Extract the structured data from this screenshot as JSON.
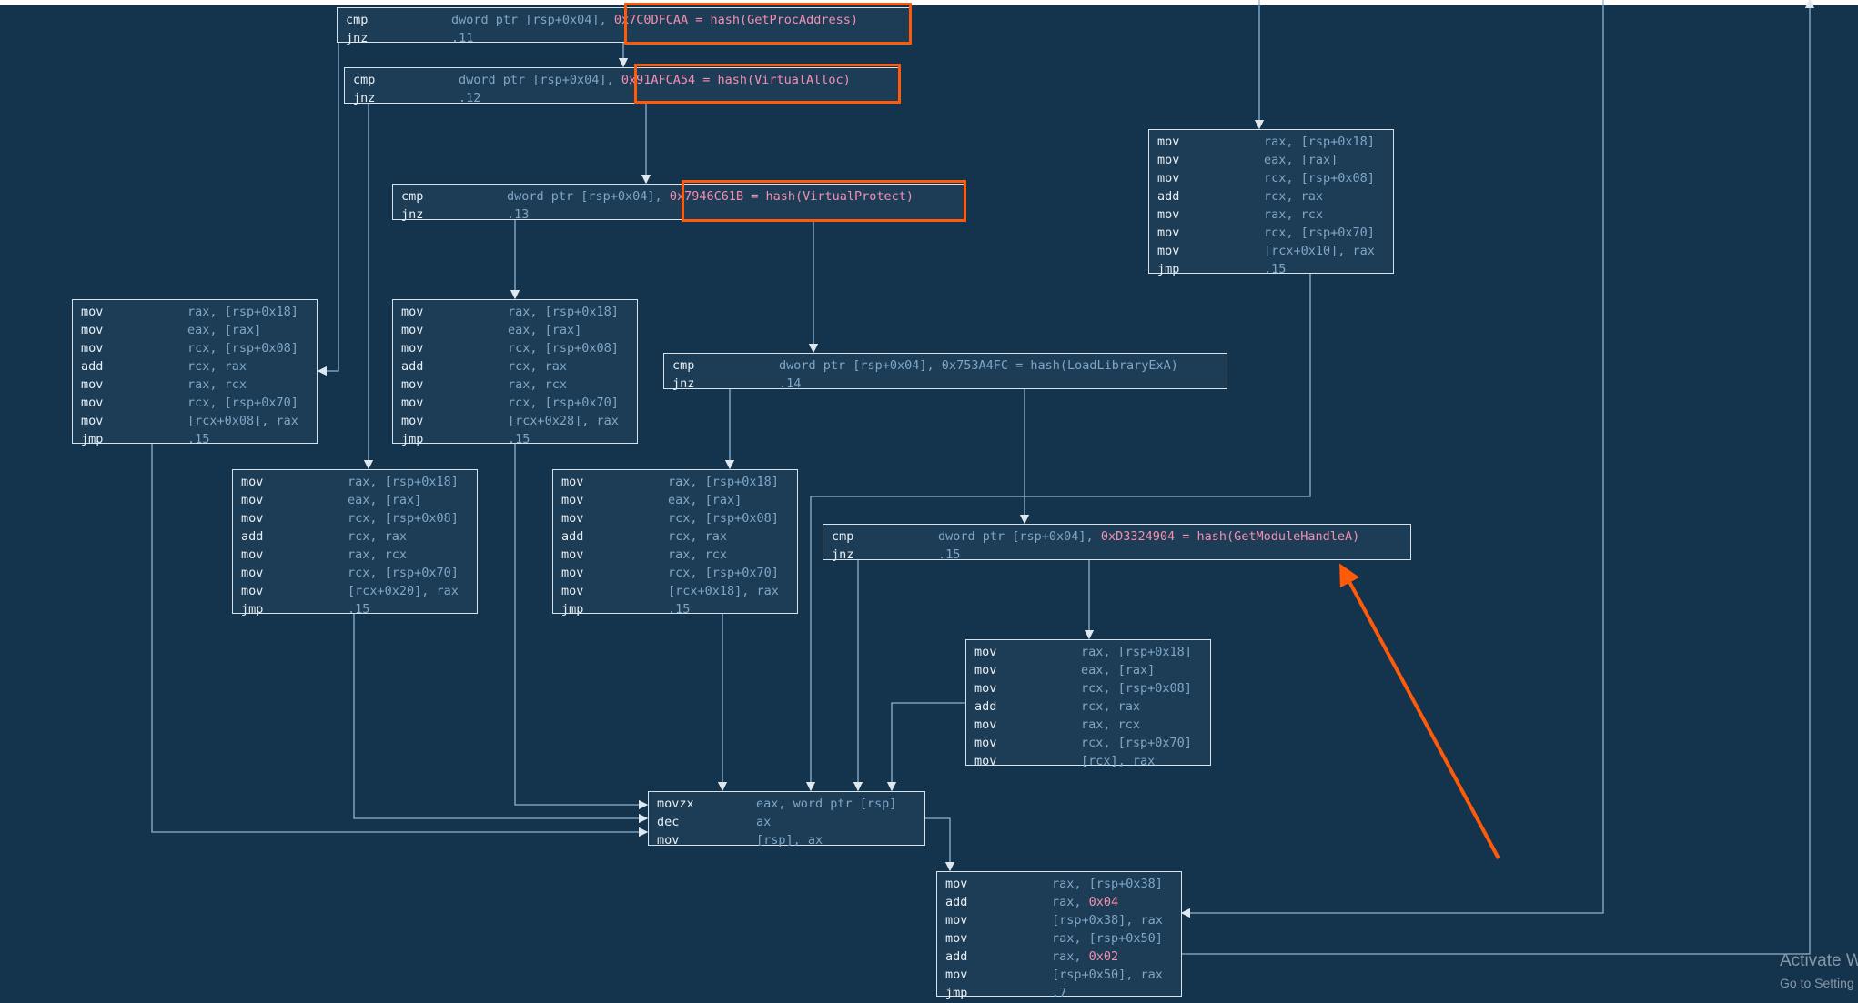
{
  "blocks": [
    {
      "id": "b1",
      "lines": [
        {
          "m": "cmp",
          "o": "dword ptr [rsp+0x04], ",
          "c": "0x7C0DFCAA = hash(GetProcAddress)"
        },
        {
          "m": "jnz",
          "o": ".11",
          "c": ""
        }
      ]
    },
    {
      "id": "b2",
      "lines": [
        {
          "m": "cmp",
          "o": "dword ptr [rsp+0x04], ",
          "c": "0x91AFCA54 = hash(VirtualAlloc)"
        },
        {
          "m": "jnz",
          "o": ".12",
          "c": ""
        }
      ]
    },
    {
      "id": "b3",
      "lines": [
        {
          "m": "cmp",
          "o": "dword ptr [rsp+0x04], ",
          "c": "0x7946C61B = hash(VirtualProtect)"
        },
        {
          "m": "jnz",
          "o": ".13",
          "c": ""
        }
      ]
    },
    {
      "id": "b4",
      "lines": [
        {
          "m": "mov",
          "o": "rax, [rsp+0x18]",
          "c": ""
        },
        {
          "m": "mov",
          "o": "eax, [rax]",
          "c": ""
        },
        {
          "m": "mov",
          "o": "rcx, [rsp+0x08]",
          "c": ""
        },
        {
          "m": "add",
          "o": "rcx, rax",
          "c": ""
        },
        {
          "m": "mov",
          "o": "rax, rcx",
          "c": ""
        },
        {
          "m": "mov",
          "o": "rcx, [rsp+0x70]",
          "c": ""
        },
        {
          "m": "mov",
          "o": "[rcx+0x10], rax",
          "c": ""
        },
        {
          "m": "jmp",
          "o": ".15",
          "c": ""
        }
      ]
    },
    {
      "id": "b5",
      "lines": [
        {
          "m": "mov",
          "o": "rax, [rsp+0x18]",
          "c": ""
        },
        {
          "m": "mov",
          "o": "eax, [rax]",
          "c": ""
        },
        {
          "m": "mov",
          "o": "rcx, [rsp+0x08]",
          "c": ""
        },
        {
          "m": "add",
          "o": "rcx, rax",
          "c": ""
        },
        {
          "m": "mov",
          "o": "rax, rcx",
          "c": ""
        },
        {
          "m": "mov",
          "o": "rcx, [rsp+0x70]",
          "c": ""
        },
        {
          "m": "mov",
          "o": "[rcx+0x08], rax",
          "c": ""
        },
        {
          "m": "jmp",
          "o": ".15",
          "c": ""
        }
      ]
    },
    {
      "id": "b6",
      "lines": [
        {
          "m": "mov",
          "o": "rax, [rsp+0x18]",
          "c": ""
        },
        {
          "m": "mov",
          "o": "eax, [rax]",
          "c": ""
        },
        {
          "m": "mov",
          "o": "rcx, [rsp+0x08]",
          "c": ""
        },
        {
          "m": "add",
          "o": "rcx, rax",
          "c": ""
        },
        {
          "m": "mov",
          "o": "rax, rcx",
          "c": ""
        },
        {
          "m": "mov",
          "o": "rcx, [rsp+0x70]",
          "c": ""
        },
        {
          "m": "mov",
          "o": "[rcx+0x28], rax",
          "c": ""
        },
        {
          "m": "jmp",
          "o": ".15",
          "c": ""
        }
      ]
    },
    {
      "id": "b7",
      "lines": [
        {
          "m": "cmp",
          "o": "dword ptr [rsp+0x04], 0x753A4FC = hash(LoadLibraryExA)",
          "c": ""
        },
        {
          "m": "jnz",
          "o": ".14",
          "c": ""
        }
      ]
    },
    {
      "id": "b8",
      "lines": [
        {
          "m": "mov",
          "o": "rax, [rsp+0x18]",
          "c": ""
        },
        {
          "m": "mov",
          "o": "eax, [rax]",
          "c": ""
        },
        {
          "m": "mov",
          "o": "rcx, [rsp+0x08]",
          "c": ""
        },
        {
          "m": "add",
          "o": "rcx, rax",
          "c": ""
        },
        {
          "m": "mov",
          "o": "rax, rcx",
          "c": ""
        },
        {
          "m": "mov",
          "o": "rcx, [rsp+0x70]",
          "c": ""
        },
        {
          "m": "mov",
          "o": "[rcx+0x20], rax",
          "c": ""
        },
        {
          "m": "jmp",
          "o": ".15",
          "c": ""
        }
      ]
    },
    {
      "id": "b9",
      "lines": [
        {
          "m": "mov",
          "o": "rax, [rsp+0x18]",
          "c": ""
        },
        {
          "m": "mov",
          "o": "eax, [rax]",
          "c": ""
        },
        {
          "m": "mov",
          "o": "rcx, [rsp+0x08]",
          "c": ""
        },
        {
          "m": "add",
          "o": "rcx, rax",
          "c": ""
        },
        {
          "m": "mov",
          "o": "rax, rcx",
          "c": ""
        },
        {
          "m": "mov",
          "o": "rcx, [rsp+0x70]",
          "c": ""
        },
        {
          "m": "mov",
          "o": "[rcx+0x18], rax",
          "c": ""
        },
        {
          "m": "jmp",
          "o": ".15",
          "c": ""
        }
      ]
    },
    {
      "id": "b10",
      "lines": [
        {
          "m": "cmp",
          "o": "dword ptr [rsp+0x04], ",
          "c": "0xD3324904 = hash(GetModuleHandleA)"
        },
        {
          "m": "jnz",
          "o": ".15",
          "c": ""
        }
      ]
    },
    {
      "id": "b11",
      "lines": [
        {
          "m": "mov",
          "o": "rax, [rsp+0x18]",
          "c": ""
        },
        {
          "m": "mov",
          "o": "eax, [rax]",
          "c": ""
        },
        {
          "m": "mov",
          "o": "rcx, [rsp+0x08]",
          "c": ""
        },
        {
          "m": "add",
          "o": "rcx, rax",
          "c": ""
        },
        {
          "m": "mov",
          "o": "rax, rcx",
          "c": ""
        },
        {
          "m": "mov",
          "o": "rcx, [rsp+0x70]",
          "c": ""
        },
        {
          "m": "mov",
          "o": "[rcx], rax",
          "c": ""
        }
      ]
    },
    {
      "id": "b12",
      "lines": [
        {
          "m": "movzx",
          "o": "eax, word ptr [rsp]",
          "c": ""
        },
        {
          "m": "dec",
          "o": "ax",
          "c": ""
        },
        {
          "m": "mov",
          "o": "[rsp], ax",
          "c": ""
        }
      ]
    },
    {
      "id": "b13",
      "lines": [
        {
          "m": "mov",
          "o": "rax, [rsp+0x38]",
          "c": ""
        },
        {
          "m": "add",
          "o": "rax, ",
          "c": "0x04"
        },
        {
          "m": "mov",
          "o": "[rsp+0x38], rax",
          "c": ""
        },
        {
          "m": "mov",
          "o": "rax, [rsp+0x50]",
          "c": ""
        },
        {
          "m": "add",
          "o": "rax, ",
          "c": "0x02"
        },
        {
          "m": "mov",
          "o": "[rsp+0x50], rax",
          "c": ""
        },
        {
          "m": "jmp",
          "o": ".7",
          "c": ""
        }
      ]
    }
  ],
  "watermark": {
    "line1": "Activate W",
    "line2": "Go to Setting"
  },
  "colors": {
    "background": "#14334d",
    "block": "#1d3d56",
    "edge": "#8fb3cf",
    "highlight": "#ff5a0a"
  }
}
